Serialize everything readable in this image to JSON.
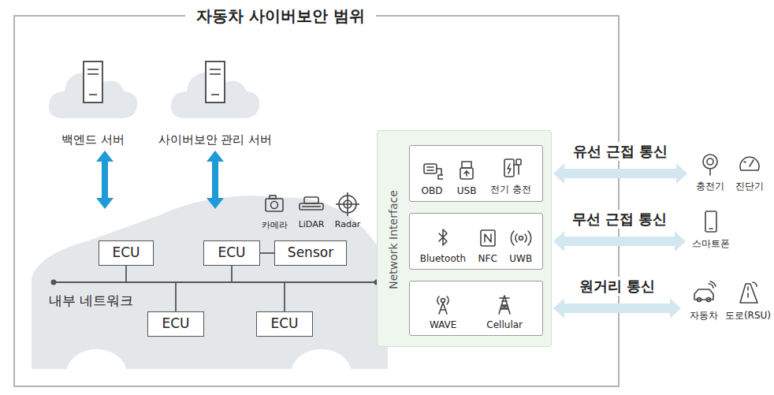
{
  "diagram": {
    "title": "자동차 사이버보안 범위",
    "nodes": [
      {
        "text": [
          "백엔드 서버"
        ]
      },
      {
        "text": [
          "사이버보안 관리 서버"
        ]
      },
      {
        "text": [
          "ECU"
        ]
      },
      {
        "text": [
          "ECU"
        ]
      },
      {
        "text": [
          "Sensor"
        ]
      },
      {
        "text": [
          "ECU"
        ]
      },
      {
        "text": [
          "ECU"
        ]
      },
      {
        "text": [
          "Network Interface"
        ]
      },
      {
        "text": [
          "OBD",
          "USB",
          "전기 충전"
        ],
        "in": 7
      },
      {
        "text": [
          "Bluetooth",
          "NFC",
          "UWB"
        ],
        "in": 7
      },
      {
        "text": [
          "WAVE",
          "Cellular"
        ],
        "in": 7
      },
      {
        "text": [
          "충전기"
        ]
      },
      {
        "text": [
          "진단기"
        ]
      },
      {
        "text": [
          "스마트폰"
        ]
      },
      {
        "text": [
          "자동차"
        ]
      },
      {
        "text": [
          "도로(RSU)"
        ]
      }
    ],
    "edges": [
      {
        "from": 0,
        "to": 2,
        "arrow": "both"
      },
      {
        "from": 1,
        "to": 3,
        "arrow": "both"
      },
      {
        "from": 3,
        "to": 4,
        "arrow": "none"
      },
      {
        "from": 8,
        "to": 11,
        "arrow": "both",
        "label": "유선 근접 통신"
      },
      {
        "from": 9,
        "to": 13,
        "arrow": "both",
        "label": "무선 근접 통신"
      },
      {
        "from": 10,
        "to": 14,
        "arrow": "both",
        "label": "원거리 통신"
      }
    ],
    "labels": [
      "카메라",
      "LiDAR",
      "Radar",
      "내부 네트워크"
    ]
  }
}
